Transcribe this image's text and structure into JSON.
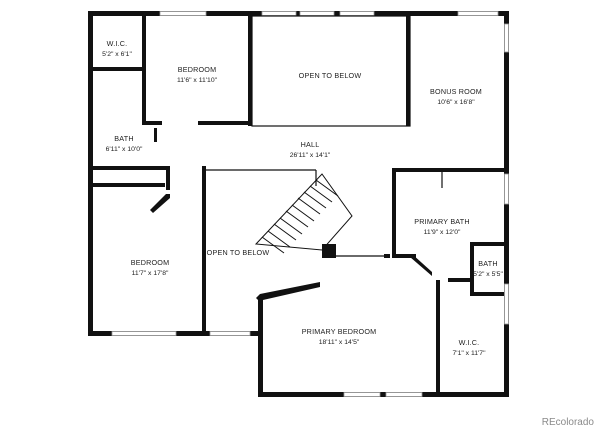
{
  "floorplan": {
    "rooms": [
      {
        "id": "wic-upper-left",
        "name": "W.I.C.",
        "dims": "5'2\" x 6'1\""
      },
      {
        "id": "bedroom-upper",
        "name": "BEDROOM",
        "dims": "11'6\" x 11'10\""
      },
      {
        "id": "open-to-below-top",
        "name": "OPEN TO BELOW",
        "dims": ""
      },
      {
        "id": "bonus-room",
        "name": "BONUS ROOM",
        "dims": "10'6\" x 16'8\""
      },
      {
        "id": "bath-left",
        "name": "BATH",
        "dims": "6'11\" x 10'0\""
      },
      {
        "id": "hall",
        "name": "HALL",
        "dims": "26'11\" x 14'1\""
      },
      {
        "id": "primary-bath",
        "name": "PRIMARY BATH",
        "dims": "11'9\" x 12'0\""
      },
      {
        "id": "bath-small",
        "name": "BATH",
        "dims": "5'2\" x 5'5\""
      },
      {
        "id": "bedroom-left",
        "name": "BEDROOM",
        "dims": "11'7\" x 17'8\""
      },
      {
        "id": "open-to-below-middle",
        "name": "OPEN TO BELOW",
        "dims": ""
      },
      {
        "id": "primary-bedroom",
        "name": "PRIMARY BEDROOM",
        "dims": "18'11\" x 14'5\""
      },
      {
        "id": "wic-lower-right",
        "name": "W.I.C.",
        "dims": "7'1\" x 11'7\""
      }
    ],
    "watermark": "REcolorado"
  }
}
